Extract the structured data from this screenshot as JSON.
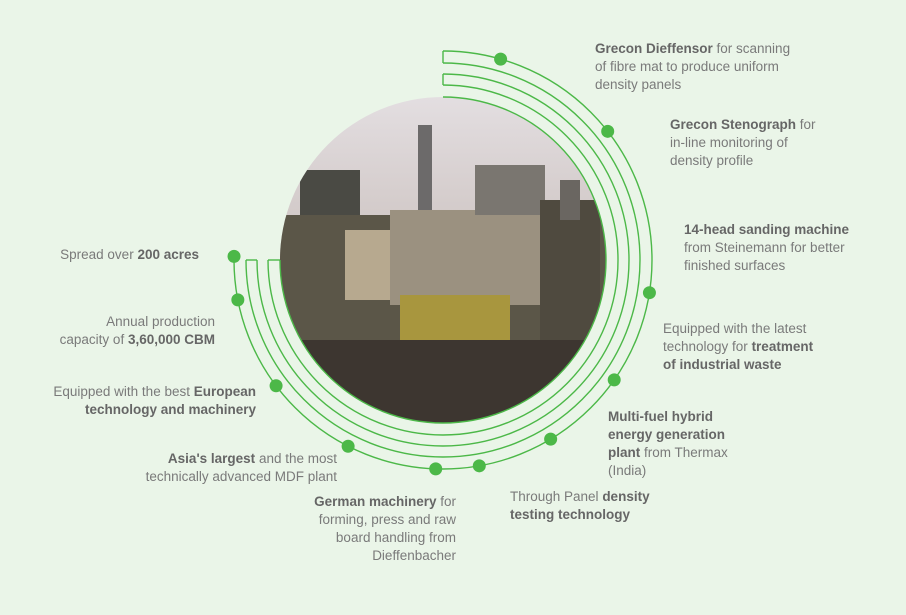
{
  "colors": {
    "background": "#eaf5e8",
    "accent": "#4cb848",
    "text": "#7a7a7a",
    "bold_text": "#666666"
  },
  "photo": {
    "subject": "industrial-plant-photo"
  },
  "features": [
    {
      "lines": [
        [
          {
            "b": true,
            "t": "Grecon Dieffensor"
          },
          {
            "b": false,
            "t": " for scanning"
          }
        ],
        [
          {
            "b": false,
            "t": "of fibre mat to produce uniform"
          }
        ],
        [
          {
            "b": false,
            "t": "density panels"
          }
        ]
      ]
    },
    {
      "lines": [
        [
          {
            "b": true,
            "t": "Grecon Stenograph"
          },
          {
            "b": false,
            "t": " for"
          }
        ],
        [
          {
            "b": false,
            "t": "in-line monitoring of"
          }
        ],
        [
          {
            "b": false,
            "t": "density profile"
          }
        ]
      ]
    },
    {
      "lines": [
        [
          {
            "b": true,
            "t": "14-head sanding machine"
          }
        ],
        [
          {
            "b": false,
            "t": "from Steinemann for better"
          }
        ],
        [
          {
            "b": false,
            "t": "finished surfaces"
          }
        ]
      ]
    },
    {
      "lines": [
        [
          {
            "b": false,
            "t": "Equipped with the latest"
          }
        ],
        [
          {
            "b": false,
            "t": "technology for "
          },
          {
            "b": true,
            "t": "treatment"
          }
        ],
        [
          {
            "b": true,
            "t": "of industrial waste"
          }
        ]
      ]
    },
    {
      "lines": [
        [
          {
            "b": true,
            "t": "Multi-fuel hybrid"
          }
        ],
        [
          {
            "b": true,
            "t": "energy generation"
          }
        ],
        [
          {
            "b": true,
            "t": "plant"
          },
          {
            "b": false,
            "t": " from Thermax"
          }
        ],
        [
          {
            "b": false,
            "t": "(India)"
          }
        ]
      ]
    },
    {
      "lines": [
        [
          {
            "b": false,
            "t": "Through Panel "
          },
          {
            "b": true,
            "t": "density"
          }
        ],
        [
          {
            "b": true,
            "t": "testing technology"
          }
        ]
      ]
    },
    {
      "lines": [
        [
          {
            "b": true,
            "t": "German machinery"
          },
          {
            "b": false,
            "t": " for"
          }
        ],
        [
          {
            "b": false,
            "t": "forming, press and raw"
          }
        ],
        [
          {
            "b": false,
            "t": "board handling from"
          }
        ],
        [
          {
            "b": false,
            "t": "Dieffenbacher"
          }
        ]
      ]
    },
    {
      "lines": [
        [
          {
            "b": true,
            "t": "Asia's largest"
          },
          {
            "b": false,
            "t": " and the most"
          }
        ],
        [
          {
            "b": false,
            "t": "technically advanced MDF plant"
          }
        ]
      ]
    },
    {
      "lines": [
        [
          {
            "b": false,
            "t": "Equipped with the best "
          },
          {
            "b": true,
            "t": "European"
          }
        ],
        [
          {
            "b": true,
            "t": "technology and machinery"
          }
        ]
      ]
    },
    {
      "lines": [
        [
          {
            "b": false,
            "t": "Annual production"
          }
        ],
        [
          {
            "b": false,
            "t": "capacity of "
          },
          {
            "b": true,
            "t": "3,60,000 CBM"
          }
        ]
      ]
    },
    {
      "lines": [
        [
          {
            "b": false,
            "t": "Spread over "
          },
          {
            "b": true,
            "t": "200 acres"
          }
        ]
      ]
    }
  ]
}
